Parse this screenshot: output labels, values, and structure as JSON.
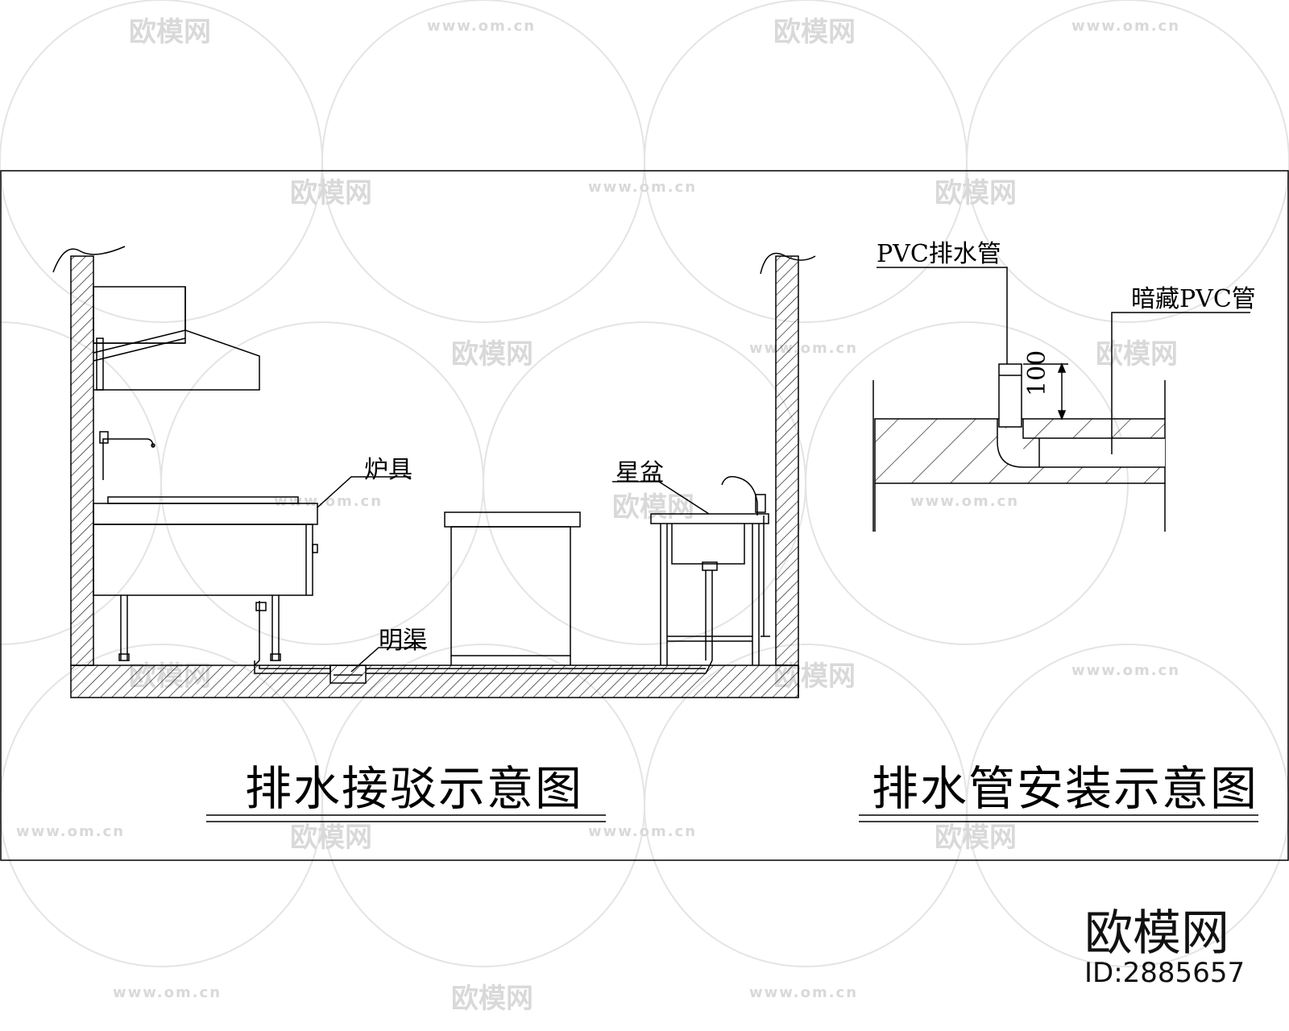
{
  "watermark": {
    "logo_text": "欧模网",
    "url_text": "www.om.cn"
  },
  "left_diagram": {
    "title": "排水接驳示意图",
    "labels": {
      "stove": "炉具",
      "sink": "星盆",
      "open_channel": "明渠"
    }
  },
  "right_diagram": {
    "title": "排水管安装示意图",
    "labels": {
      "pvc_drain_pipe": "PVC排水管",
      "hidden_pvc_pipe": "暗藏PVC管",
      "dimension": "100"
    }
  },
  "brand": {
    "name": "欧模网",
    "id_text": "ID:2885657"
  }
}
